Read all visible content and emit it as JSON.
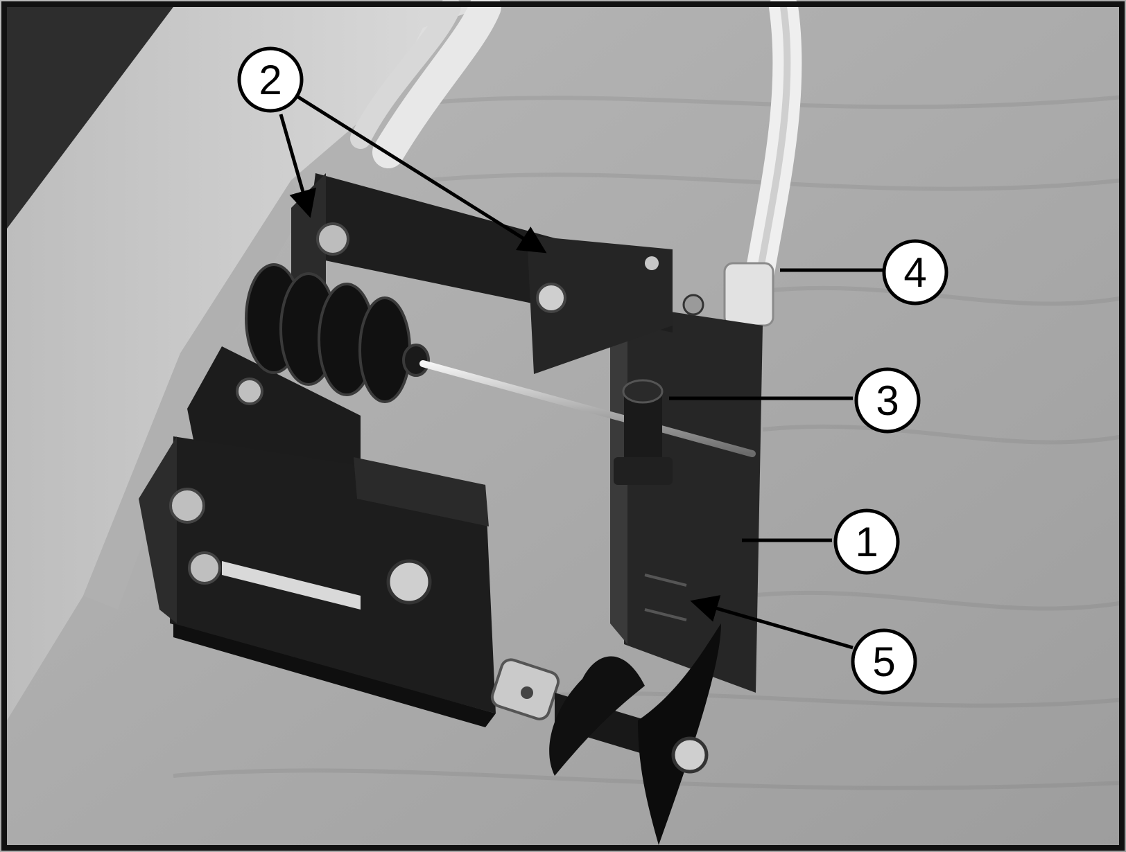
{
  "figure": {
    "description_free": true,
    "callouts": [
      {
        "id": "1",
        "label": "1"
      },
      {
        "id": "2",
        "label": "2"
      },
      {
        "id": "3",
        "label": "3"
      },
      {
        "id": "4",
        "label": "4"
      },
      {
        "id": "5",
        "label": "5"
      }
    ],
    "colors": {
      "frame": "#111111",
      "background": "#a9a9a9",
      "metal_dark": "#1f1f1f",
      "hull_light": "#cfcfcf",
      "tube": "#e6e6e6",
      "callout_fill": "#ffffff",
      "callout_stroke": "#000000"
    }
  }
}
